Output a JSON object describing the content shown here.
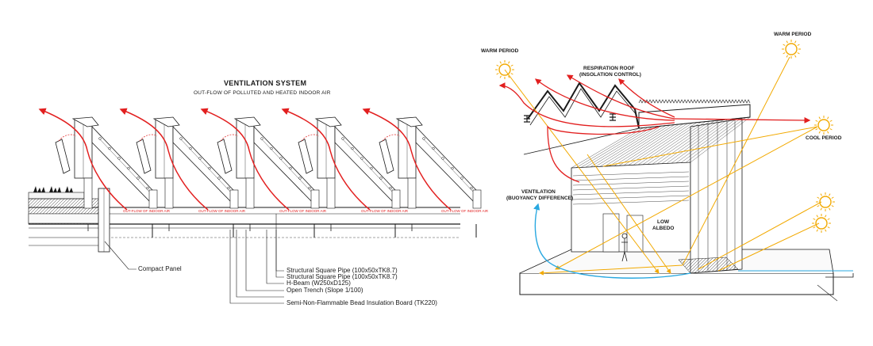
{
  "left": {
    "title": "VENTILATION SYSTEM",
    "subtitle": "OUT-FLOW OF POLLUTED AND HEATED INDOOR AIR",
    "flow_label": "OUT-FLOW OF INDOOR AIR",
    "callouts": {
      "compact_panel": "Compact Panel",
      "pipe_1": "Structural Square Pipe (100x50xTK8.7)",
      "pipe_2": "Structural Square Pipe (100x50xTK8.7)",
      "hbeam": "H-Beam (W250xD125)",
      "trench": "Open Trench (Slope 1/100)",
      "insulation": "Semi-Non-Flammable Bead Insulation Board (TK220)"
    }
  },
  "right": {
    "warm_left": "WARM PERIOD",
    "warm_right": "WARM PERIOD",
    "roof_l1": "RESPIRATION ROOF",
    "roof_l2": "(INSOLATION CONTROL)",
    "cool": "COOL PERIOD",
    "vent_l1": "VENTILATION",
    "vent_l2": "(BUOYANCY DIFFERENCE)",
    "albedo_l1": "LOW",
    "albedo_l2": "ALBEDO"
  },
  "colors": {
    "airflow": "#e21f1f",
    "sun": "#f2a900",
    "cool_flow": "#29a8e0",
    "line": "#1a1a1a"
  }
}
